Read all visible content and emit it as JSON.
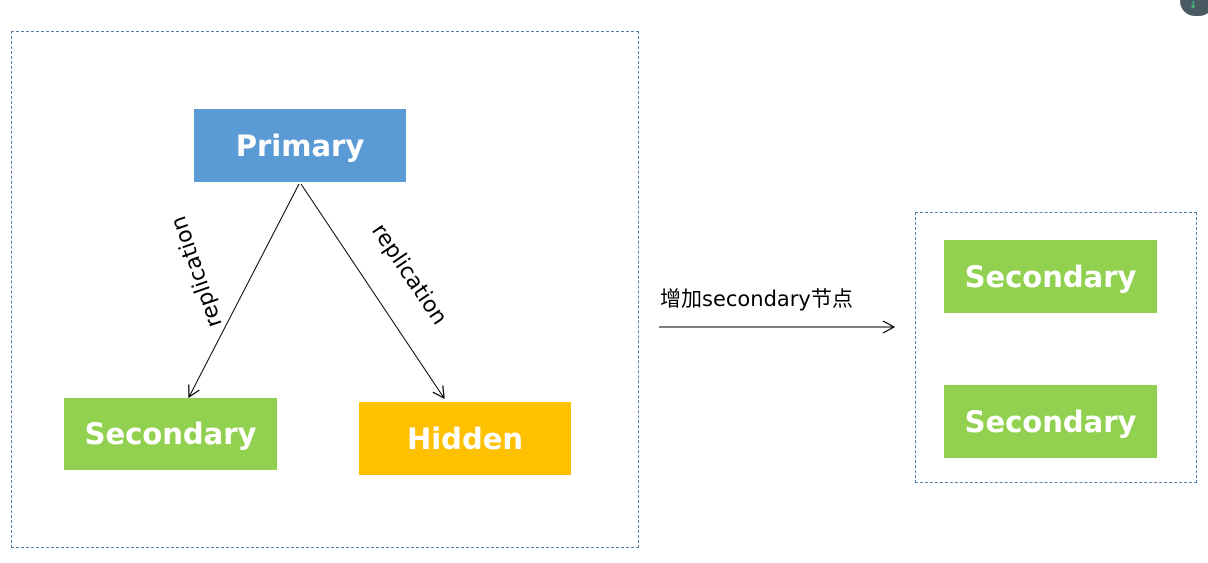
{
  "diagram": {
    "nodes": {
      "primary": "Primary",
      "secondary_left": "Secondary",
      "hidden": "Hidden",
      "secondary_right_1": "Secondary",
      "secondary_right_2": "Secondary"
    },
    "edges": {
      "left": "replication",
      "right": "replication"
    },
    "action": "增加secondary节点"
  },
  "colors": {
    "primary": "#5b9bd5",
    "secondary": "#92d050",
    "hidden": "#ffc000",
    "frame_border": "#5b7fa6"
  },
  "icons": {
    "corner": "download-indicator-icon"
  }
}
